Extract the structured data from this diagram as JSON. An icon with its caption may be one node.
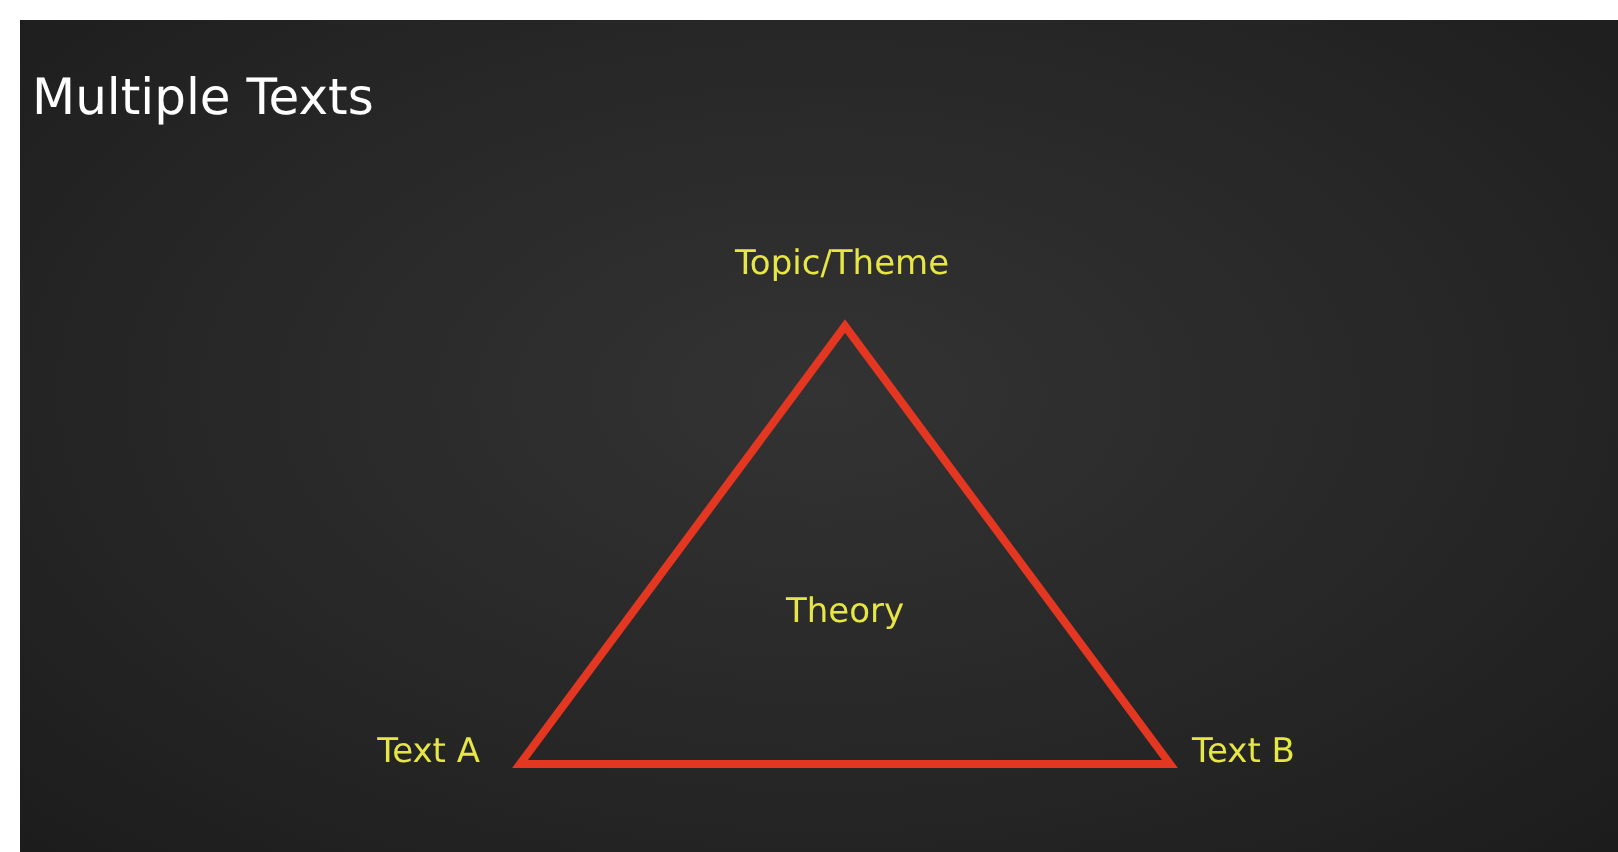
{
  "diagram": {
    "title": "Multiple Texts",
    "nodes": [
      {
        "text": [
          "Theory"
        ],
        "beside": [
          "Topic/Theme",
          "Text A",
          "Text B"
        ]
      }
    ]
  }
}
